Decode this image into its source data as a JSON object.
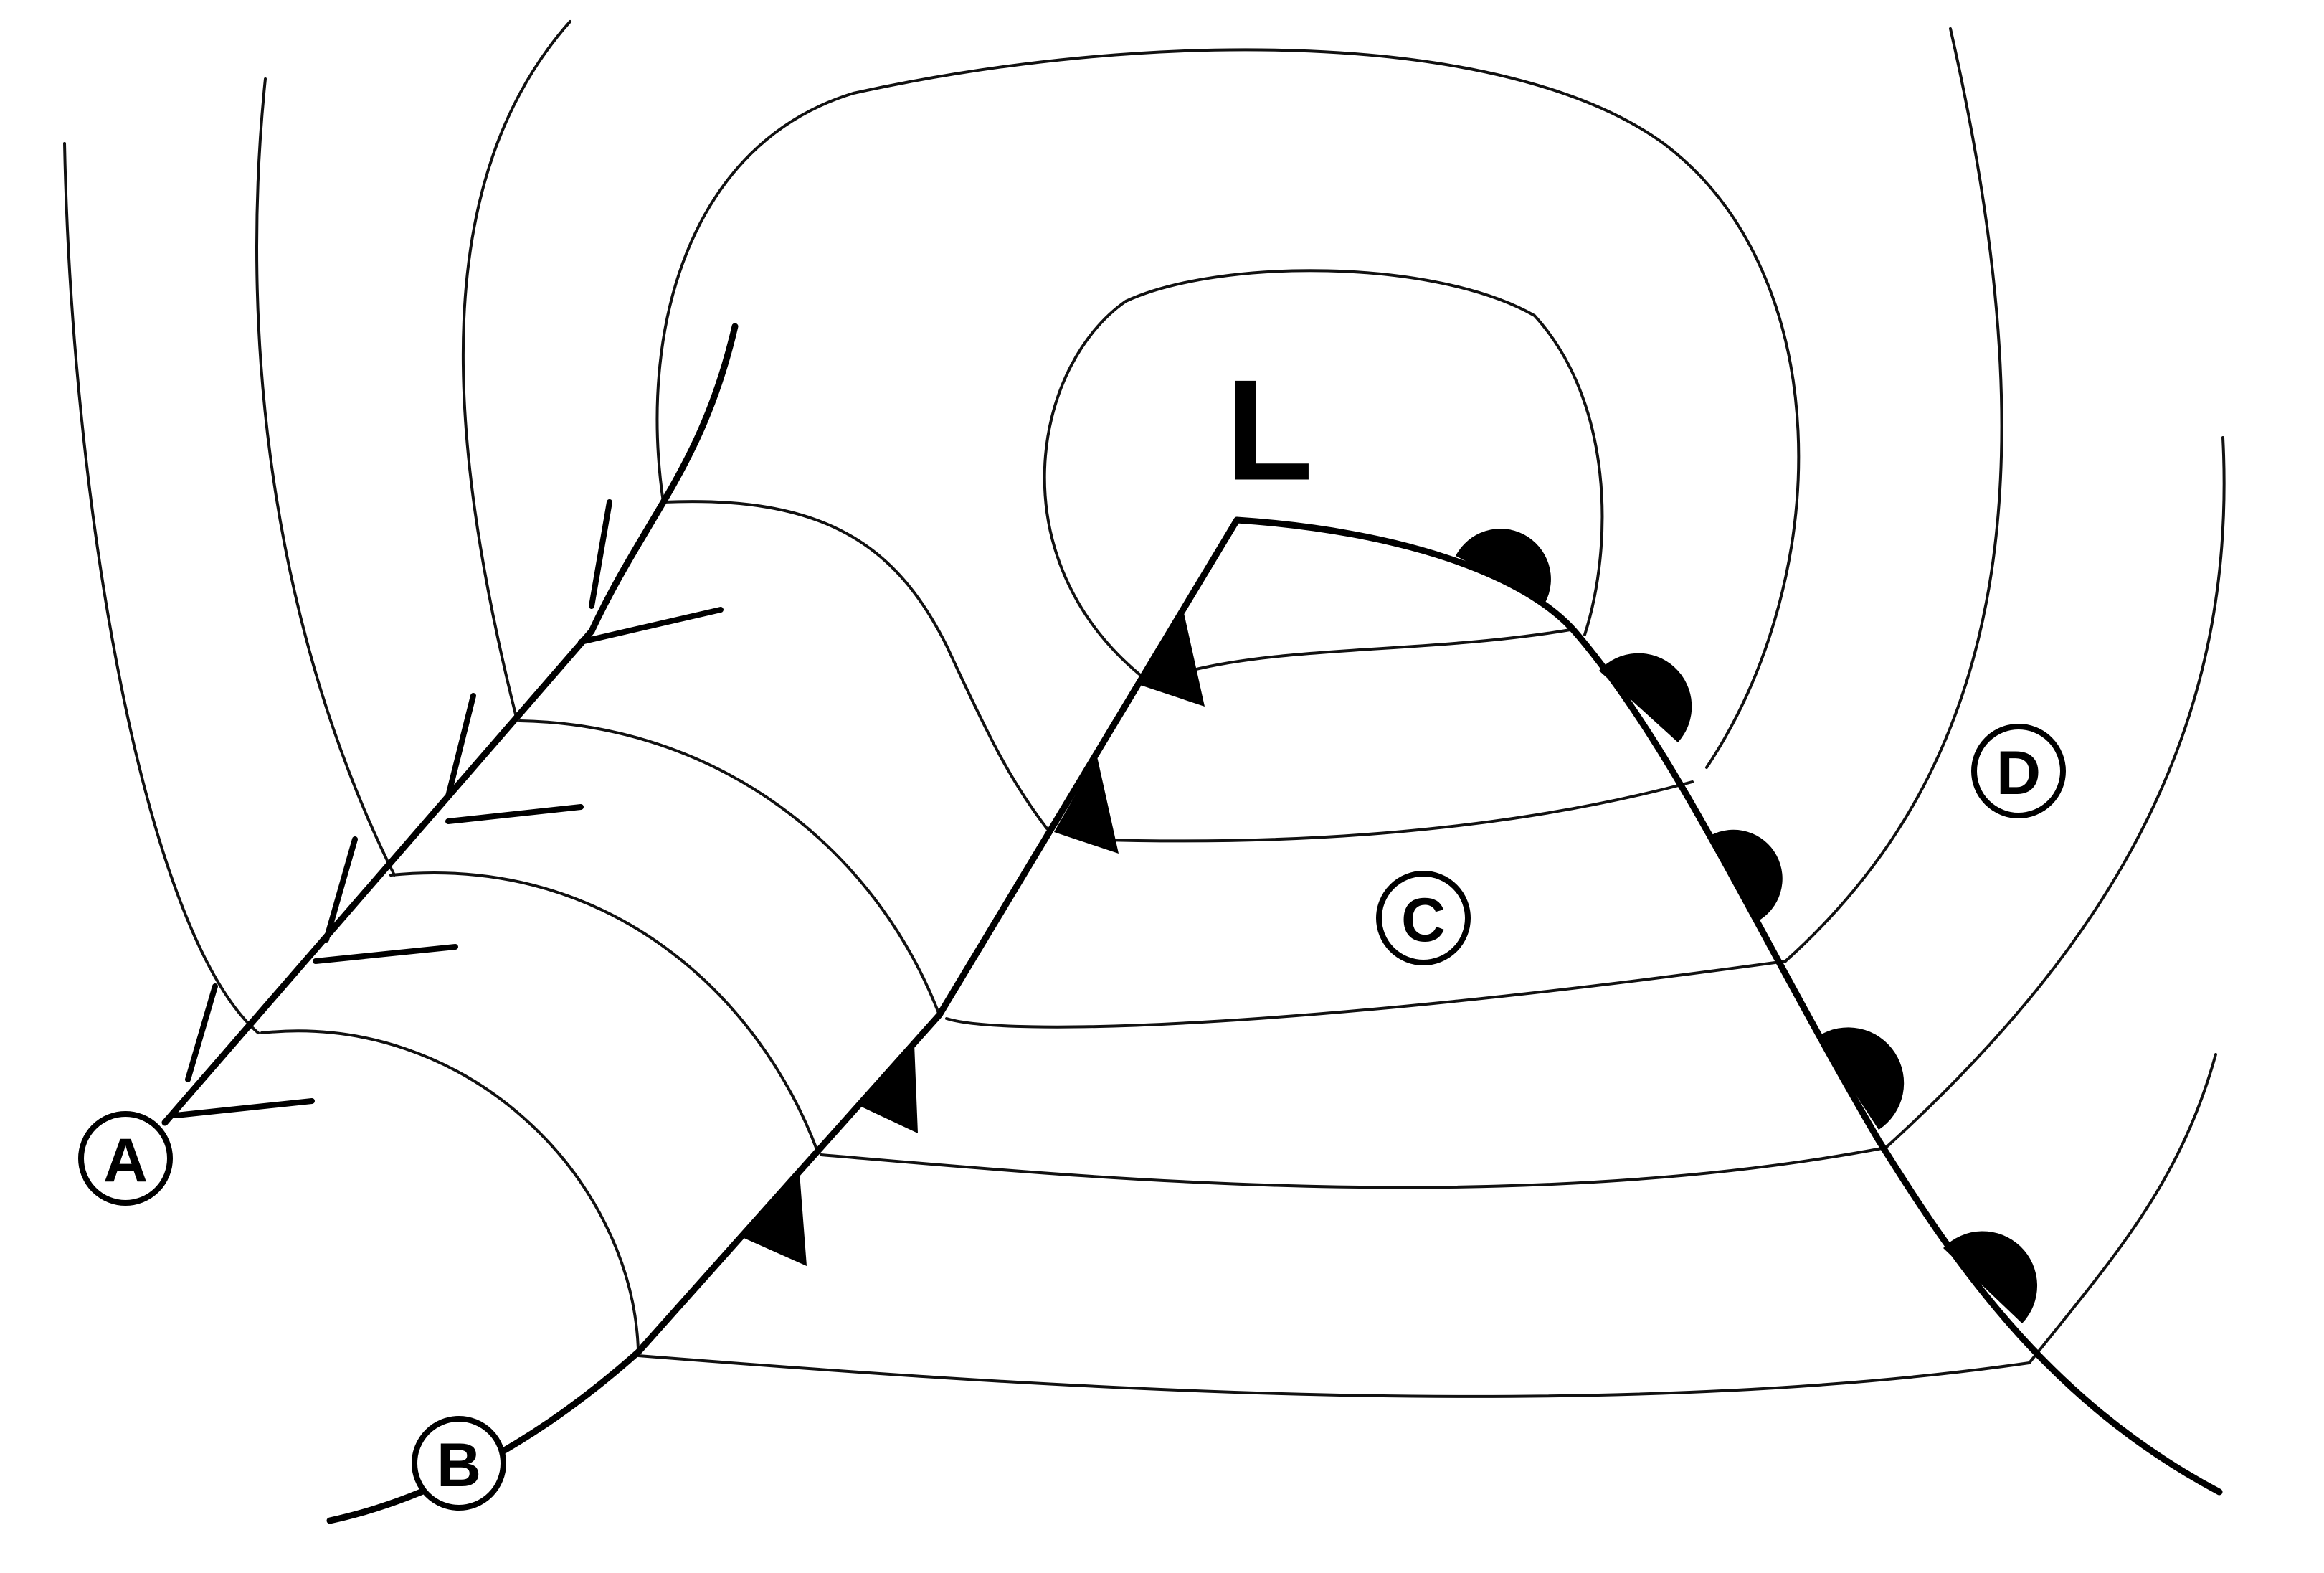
{
  "diagram": {
    "low_label": "L",
    "point_labels": {
      "a": "A",
      "b": "B",
      "c": "C",
      "d": "D"
    }
  },
  "colors": {
    "line": "#000000",
    "background": "#ffffff"
  }
}
